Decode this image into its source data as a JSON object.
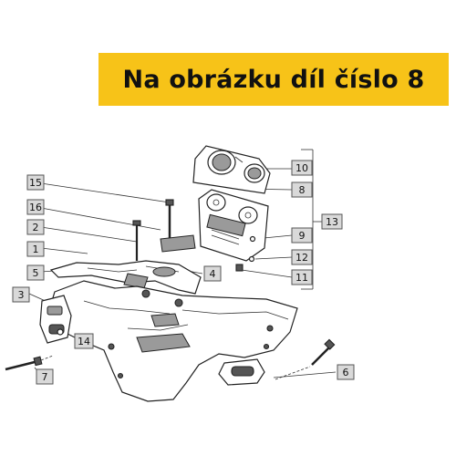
{
  "banner": {
    "title": "Na obrázku díl číslo 8"
  },
  "callouts": [
    {
      "id": "15",
      "label": "15"
    },
    {
      "id": "16",
      "label": "16"
    },
    {
      "id": "2",
      "label": "2"
    },
    {
      "id": "1",
      "label": "1"
    },
    {
      "id": "5",
      "label": "5"
    },
    {
      "id": "3",
      "label": "3"
    },
    {
      "id": "4",
      "label": "4"
    },
    {
      "id": "10",
      "label": "10"
    },
    {
      "id": "8",
      "label": "8"
    },
    {
      "id": "9",
      "label": "9"
    },
    {
      "id": "12",
      "label": "12"
    },
    {
      "id": "11",
      "label": "11"
    },
    {
      "id": "13",
      "label": "13"
    },
    {
      "id": "14",
      "label": "14"
    },
    {
      "id": "7",
      "label": "7"
    },
    {
      "id": "6",
      "label": "6"
    }
  ],
  "colors": {
    "banner": "#f7c318",
    "callout_fill": "#d9d9d9",
    "callout_border": "#555555"
  }
}
